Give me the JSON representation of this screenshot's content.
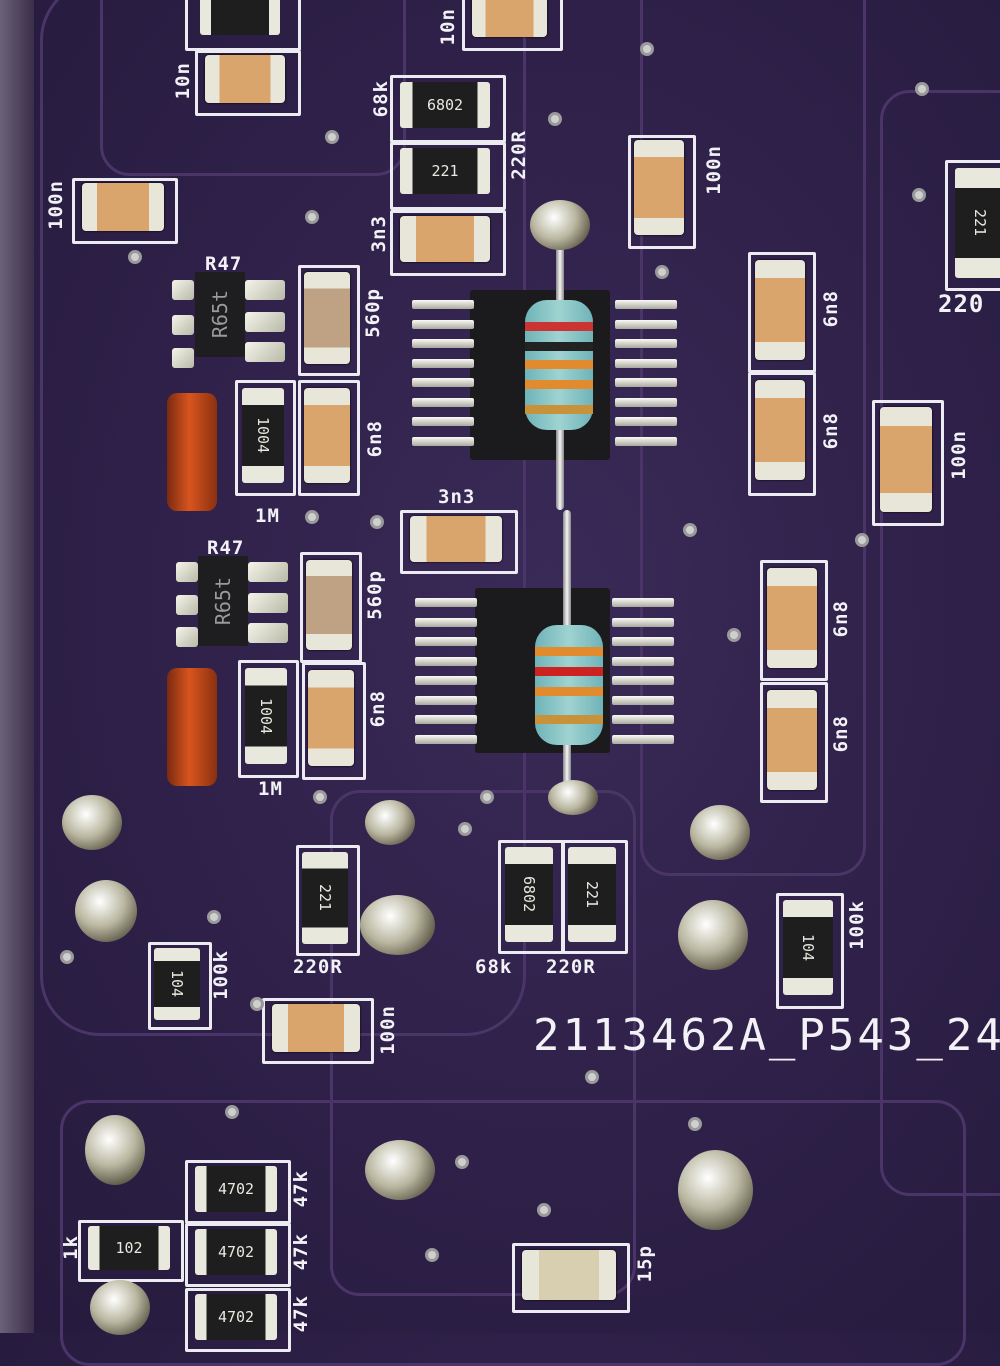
{
  "board": {
    "serial": "2113462A_P543_24",
    "colors": {
      "soldermask": "#2e2048",
      "silkscreen": "#f2f2f6",
      "capacitor": "#d9a56c",
      "resistor_body": "#1e1e1e",
      "diode": "#d8551e",
      "thru_hole_resistor": "#9fd3d1"
    },
    "silkscreen": [
      "10n",
      "10n",
      "68k",
      "220R",
      "3n3",
      "100n",
      "100n",
      "R47",
      "560p",
      "6n8",
      "1M",
      "6n8",
      "6n8",
      "100n",
      "3n3",
      "R47",
      "560p",
      "6n8",
      "1M",
      "6n8",
      "6n8",
      "220R",
      "68k",
      "220R",
      "100k",
      "100k",
      "100n",
      "47k",
      "47k",
      "47k",
      "1k",
      "15p",
      "220"
    ],
    "codes": [
      "6802",
      "221",
      "1004",
      "1004",
      "221",
      "6802",
      "221",
      "104",
      "104",
      "4702",
      "4702",
      "102",
      "4702",
      "221"
    ],
    "sot_markings": [
      "R65t",
      "R65t"
    ]
  }
}
